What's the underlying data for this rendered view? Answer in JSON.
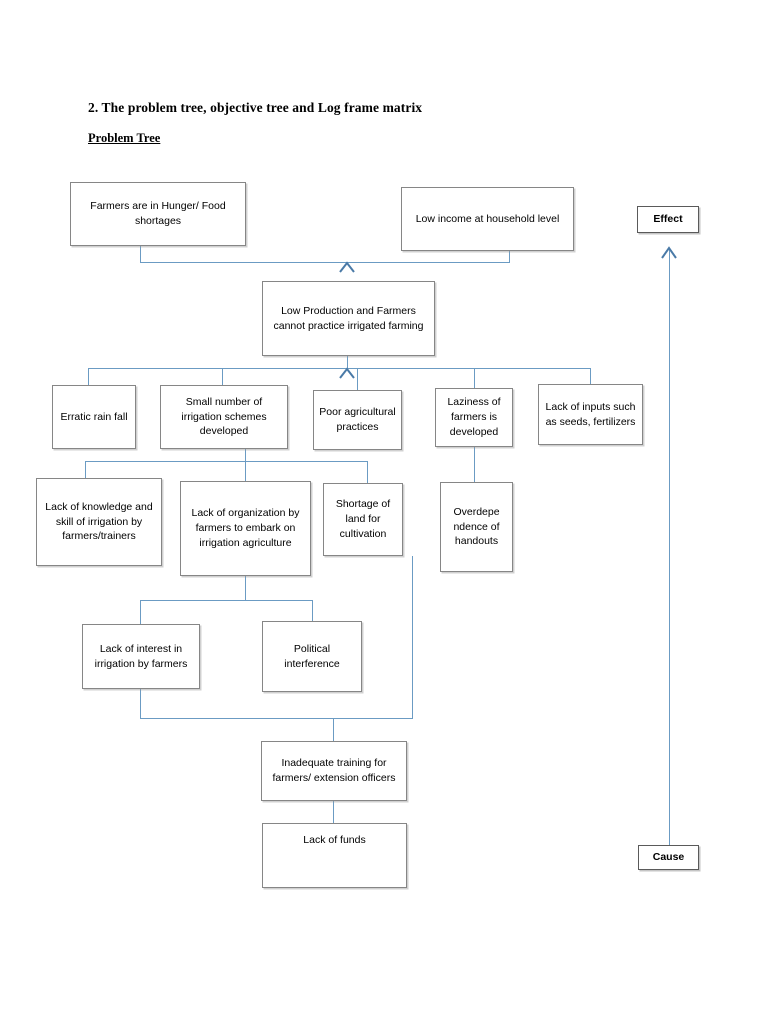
{
  "document": {
    "title": "2. The problem tree, objective tree and Log frame matrix",
    "subtitle": "Problem Tree"
  },
  "legend": {
    "effect": "Effect",
    "cause": "Cause"
  },
  "colors": {
    "connector": "#6b9bc3",
    "node_border": "#868686",
    "background": "#ffffff",
    "text": "#000000"
  },
  "diagram": {
    "type": "problem-tree",
    "levels": [
      {
        "name": "effects",
        "nodes": [
          {
            "id": "hunger",
            "text": "Farmers are in Hunger/ Food shortages"
          },
          {
            "id": "low-income",
            "text": "Low income at household level"
          }
        ]
      },
      {
        "name": "core-problem",
        "nodes": [
          {
            "id": "low-production",
            "text": "Low Production and Farmers cannot practice irrigated farming"
          }
        ]
      },
      {
        "name": "primary-causes",
        "nodes": [
          {
            "id": "erratic-rain",
            "text": "Erratic rain fall"
          },
          {
            "id": "small-schemes",
            "text": "Small number of irrigation schemes developed"
          },
          {
            "id": "poor-practices",
            "text": "Poor agricultural practices"
          },
          {
            "id": "laziness",
            "text": "Laziness of farmers is developed"
          },
          {
            "id": "lack-inputs",
            "text": "Lack of inputs such as seeds, fertilizers"
          }
        ]
      },
      {
        "name": "secondary-causes",
        "nodes": [
          {
            "id": "lack-knowledge",
            "text": "Lack of knowledge and skill of irrigation by farmers/trainers"
          },
          {
            "id": "lack-organization",
            "text": "Lack of organization by farmers to embark on irrigation agriculture"
          },
          {
            "id": "shortage-land",
            "text": "Shortage of land for cultivation"
          },
          {
            "id": "overdependence",
            "text": "Overdepe ndence of handouts"
          }
        ]
      },
      {
        "name": "tertiary-causes",
        "nodes": [
          {
            "id": "lack-interest",
            "text": "Lack of interest in irrigation by farmers"
          },
          {
            "id": "political",
            "text": "Political interference"
          }
        ]
      },
      {
        "name": "root-causes",
        "nodes": [
          {
            "id": "inadequate-training",
            "text": "Inadequate training for farmers/ extension officers"
          },
          {
            "id": "lack-funds",
            "text": "Lack of funds"
          }
        ]
      }
    ]
  }
}
